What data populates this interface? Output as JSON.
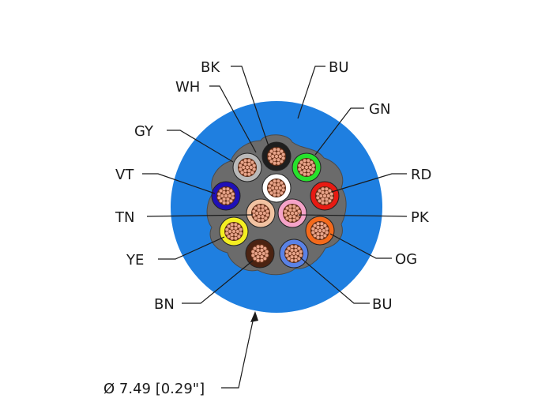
{
  "diagram": {
    "jacket_color": "#1f7fe0",
    "filler_color": "#6b6b6b",
    "dimension_label": "Ø 7.49 [0.29\"]",
    "conductors": [
      {
        "code": "BK",
        "color": "#1e1e1e"
      },
      {
        "code": "WH",
        "color": "#ffffff"
      },
      {
        "code": "GY",
        "color": "#b9b9b9"
      },
      {
        "code": "VT",
        "color": "#1f10b8"
      },
      {
        "code": "TN",
        "color": "#f2c3a2"
      },
      {
        "code": "YE",
        "color": "#f4ee22"
      },
      {
        "code": "BN",
        "color": "#4b2312"
      },
      {
        "code": "BU",
        "color": "#5a82e6"
      },
      {
        "code": "OG",
        "color": "#f46a1c"
      },
      {
        "code": "PK",
        "color": "#f5a3c8"
      },
      {
        "code": "RD",
        "color": "#e81a12"
      },
      {
        "code": "GN",
        "color": "#27e22d"
      }
    ],
    "labels": {
      "bk": "BK",
      "wh": "WH",
      "gy": "GY",
      "vt": "VT",
      "tn": "TN",
      "ye": "YE",
      "bn": "BN",
      "bu_top": "BU",
      "gn": "GN",
      "rd": "RD",
      "pk": "PK",
      "og": "OG",
      "bu_bottom": "BU"
    }
  }
}
